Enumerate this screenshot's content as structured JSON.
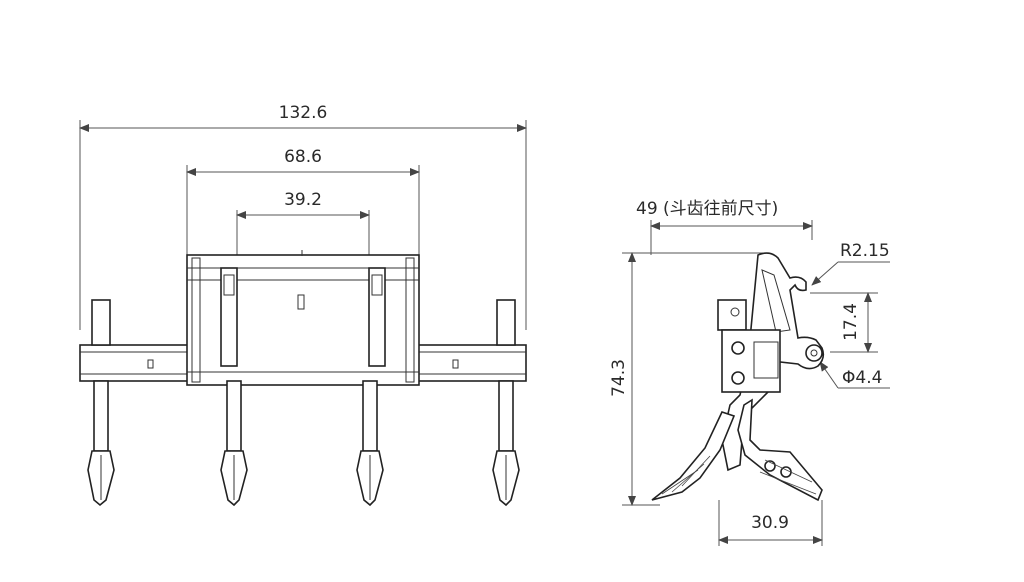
{
  "front_view": {
    "dim_overall_width": "132.6",
    "dim_frame_width": "68.6",
    "dim_inner_width": "39.2"
  },
  "side_view": {
    "dim_tip_reach": "49 (斗齿往前尺寸)",
    "dim_radius": "R2.15",
    "dim_vertical_pin": "17.4",
    "dim_pin_diameter": "Φ4.4",
    "dim_height": "74.3",
    "dim_tooth_width": "30.9"
  }
}
